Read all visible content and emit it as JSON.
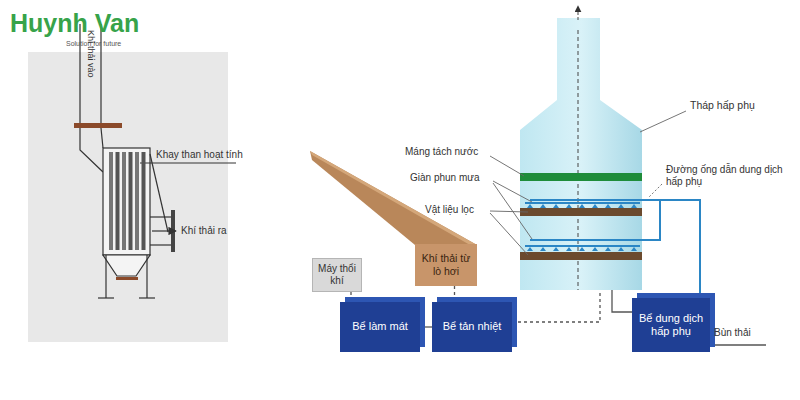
{
  "diagram": {
    "nodes": [
      {
        "text": [
          "Máy thổi khí"
        ]
      },
      {
        "text": [
          "Khí thải từ lò hơi"
        ]
      },
      {
        "text": [
          "Bể làm mát"
        ]
      },
      {
        "text": [
          "Bể tản nhiệt"
        ]
      },
      {
        "text": [
          "Bể dung dịch hấp phụ"
        ]
      }
    ],
    "edges": [
      {
        "from": 0,
        "to": 2,
        "arrow": "none"
      },
      {
        "from": 1,
        "to": 3,
        "arrow": "none"
      },
      {
        "from": 2,
        "to": 3,
        "arrow": "none"
      }
    ],
    "labels": [
      "Huynh Van",
      "Solution for future",
      "Khí thải vào",
      "Khay than hoạt tính",
      "Khí thải ra",
      "Tháp hấp phụ",
      "Máng tách nước",
      "Giàn phun mưa",
      "Vật liệu lọc",
      "Đường ống dẫn dung dịch hấp phụ",
      "Bùn thải"
    ]
  }
}
